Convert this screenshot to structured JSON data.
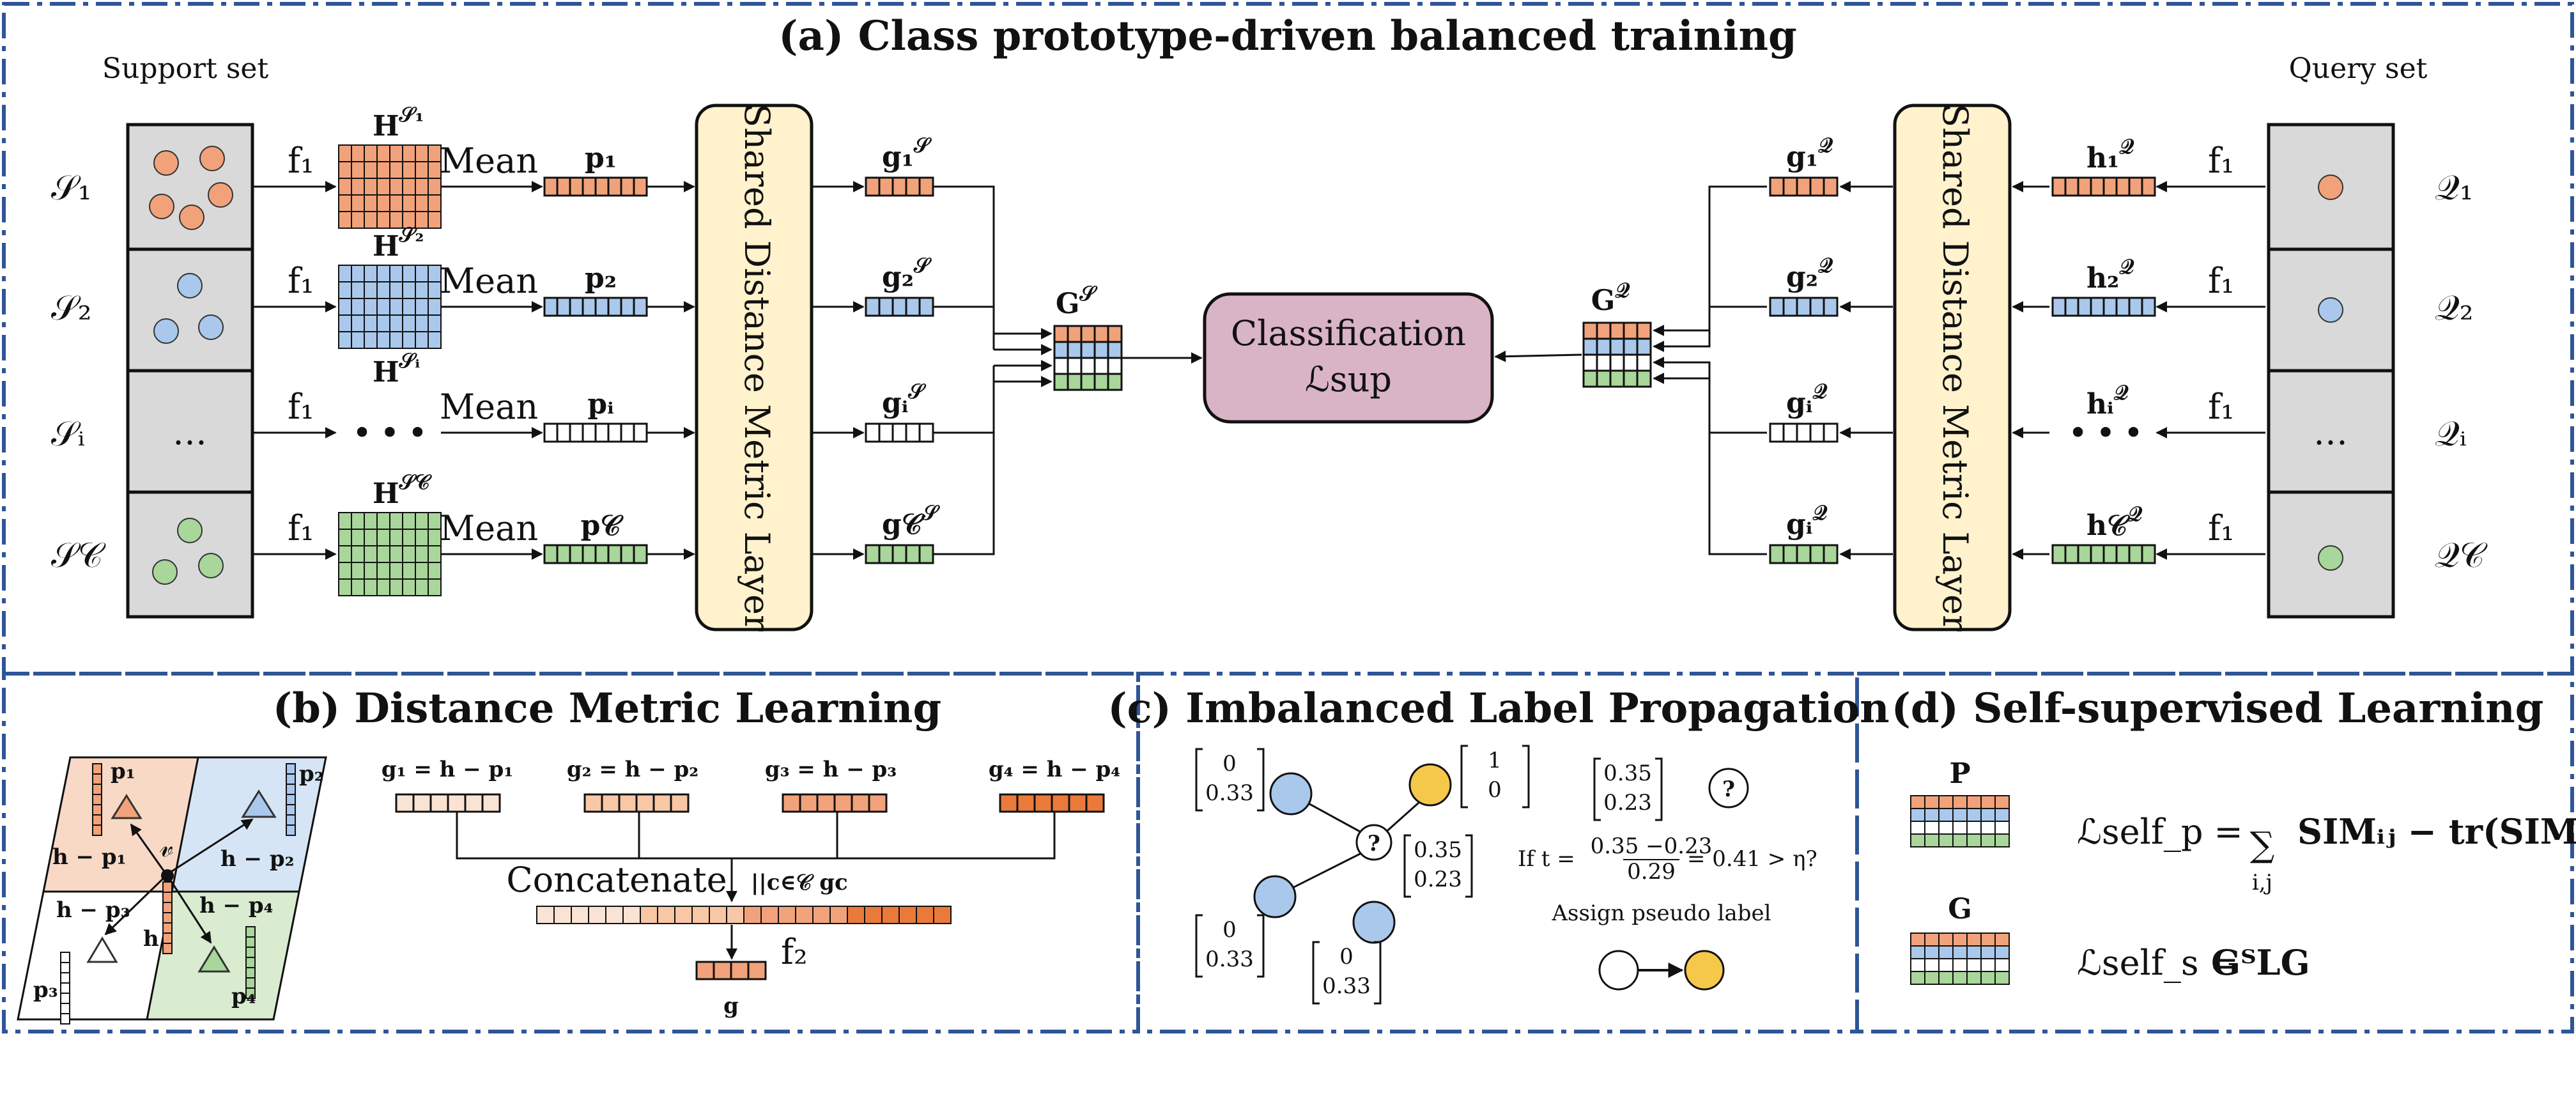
{
  "colors": {
    "orange": "#f2a27a",
    "blue": "#a9c8ec",
    "green": "#a9d69a",
    "deep_orange": "#e97a3a",
    "set_box": "#d9d9d9",
    "metric_layer": "#fff2cc",
    "classifier": "#d9b3c6",
    "yellow_node": "#f6c84a",
    "border_dash": "#2f5597"
  },
  "panel_a": {
    "title": "(a) Class prototype-driven balanced training",
    "support_label": "Support set",
    "query_label": "Query set",
    "support_rows": [
      {
        "set": "𝒮₁",
        "f": "f₁",
        "H": "H",
        "H_sup": "𝒮₁",
        "mean": "Mean",
        "p": "p₁",
        "g": "g₁",
        "g_sup": "𝒮",
        "color": "orange"
      },
      {
        "set": "𝒮₂",
        "f": "f₁",
        "H": "H",
        "H_sup": "𝒮₂",
        "mean": "Mean",
        "p": "p₂",
        "g": "g₂",
        "g_sup": "𝒮",
        "color": "blue"
      },
      {
        "set": "𝒮ᵢ",
        "f": "f₁",
        "H": "H",
        "H_sup": "𝒮ᵢ",
        "mean": "Mean",
        "p": "pᵢ",
        "g": "gᵢ",
        "g_sup": "𝒮",
        "color": "white"
      },
      {
        "set": "𝒮𝒞",
        "f": "f₁",
        "H": "H",
        "H_sup": "𝒮𝒞",
        "mean": "Mean",
        "p": "p𝒞",
        "g": "g𝒞",
        "g_sup": "𝒮",
        "color": "green"
      }
    ],
    "query_rows": [
      {
        "set": "𝒬₁",
        "f": "f₁",
        "h": "h₁",
        "h_sup": "𝒬",
        "g": "g₁",
        "g_sup": "𝒬",
        "color": "orange"
      },
      {
        "set": "𝒬₂",
        "f": "f₁",
        "h": "h₂",
        "h_sup": "𝒬",
        "g": "g₂",
        "g_sup": "𝒬",
        "color": "blue"
      },
      {
        "set": "𝒬ᵢ",
        "f": "f₁",
        "h": "hᵢ",
        "h_sup": "𝒬",
        "g": "gᵢ",
        "g_sup": "𝒬",
        "color": "white"
      },
      {
        "set": "𝒬𝒞",
        "f": "f₁",
        "h": "h𝒞",
        "h_sup": "𝒬",
        "g": "gᵢ",
        "g_sup": "𝒬",
        "color": "green"
      }
    ],
    "ellipsis": "…",
    "dots": "• • •",
    "metric_layer": "Shared Distance Metric Layer",
    "G_support": "G",
    "G_support_sup": "𝒮",
    "G_query": "G",
    "G_query_sup": "𝒬",
    "classification": "Classification",
    "loss_sup": "ℒsup"
  },
  "panel_b": {
    "title": "(b) Distance Metric Learning",
    "v": "𝓋",
    "prototypes": [
      "p₁",
      "p₂",
      "p₃",
      "p₄"
    ],
    "diffs": [
      "h − p₁",
      "h − p₂",
      "h − p₃",
      "h − p₄"
    ],
    "h": "h",
    "g_eqs": [
      "g₁ = h − p₁",
      "g₂ = h − p₂",
      "g₃ = h − p₃",
      "g₄ = h − p₄"
    ],
    "concat": "Concatenate",
    "concat_op": "||c∈𝒞 gc",
    "f2": "f₂",
    "g": "g"
  },
  "panel_c": {
    "title": "(c) Imbalanced Label Propagation",
    "vec_top_left": [
      "0",
      "0.33"
    ],
    "vec_top_right": [
      "1",
      "0"
    ],
    "vec_mid": [
      "0.35",
      "0.23"
    ],
    "vec_bot_left": [
      "0",
      "0.33"
    ],
    "vec_bot_mid": [
      "0",
      "0.33"
    ],
    "vec_right": [
      "0.35",
      "0.23"
    ],
    "question": "?",
    "threshold_prefix": "If t =",
    "threshold_num": "0.35 −0.23",
    "threshold_den": "0.29",
    "threshold_suffix": "= 0.41 > η?",
    "assign": "Assign pseudo label"
  },
  "panel_d": {
    "title": "(d) Self-supervised Learning",
    "P": "P",
    "G": "G",
    "loss_p_lhs": "ℒself_p =",
    "loss_p_sum": "∑",
    "loss_p_sum_sub": "i,j",
    "loss_p_rhs": "SIMᵢⱼ − tr(SIM)",
    "loss_s_lhs": "ℒself_s =",
    "loss_s_rhs": "GᵀLG"
  }
}
